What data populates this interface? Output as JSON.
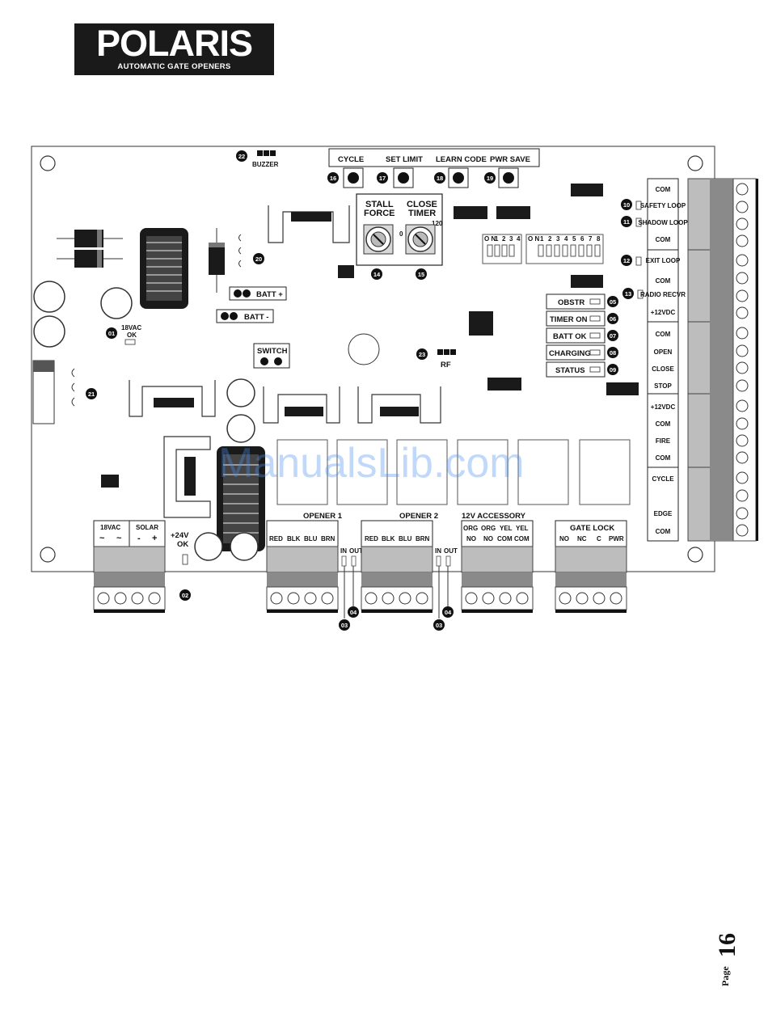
{
  "logo": {
    "brand": "POLARIS",
    "tagline": "AUTOMATIC GATE OPENERS"
  },
  "watermark": "ManualsLib.com",
  "buttons": [
    {
      "label": "CYCLE",
      "num": "16"
    },
    {
      "label": "SET LIMIT",
      "num": "17"
    },
    {
      "label": "LEARN CODE",
      "num": "18"
    },
    {
      "label": "PWR SAVE",
      "num": "19"
    }
  ],
  "buzzer": {
    "label": "BUZZER",
    "num": "22"
  },
  "pots": {
    "stall_l1": "STALL",
    "stall_l2": "FORCE",
    "stall_num": "14",
    "close_l1": "CLOSE",
    "close_l2": "TIMER",
    "close_num": "15",
    "min": "0",
    "max": "120",
    "plus": "+",
    "minus": "-"
  },
  "dip": {
    "small": [
      "1",
      "2",
      "3",
      "4"
    ],
    "large": [
      "1",
      "2",
      "3",
      "4",
      "5",
      "6",
      "7",
      "8"
    ],
    "on": "O N"
  },
  "batt": {
    "plus": "BATT +",
    "minus": "BATT -",
    "num": "20"
  },
  "switch": {
    "label": "SWITCH"
  },
  "rf": {
    "label": "RF",
    "num": "23"
  },
  "vac_ok": {
    "l1": "18VAC",
    "l2": "OK",
    "num": "01"
  },
  "fuse": {
    "num": "21"
  },
  "v24_ok": {
    "l1": "+24V",
    "l2": "OK",
    "num": "02"
  },
  "status_leds": [
    {
      "label": "OBSTR",
      "num": "05"
    },
    {
      "label": "TIMER ON",
      "num": "06"
    },
    {
      "label": "BATT OK",
      "num": "07"
    },
    {
      "label": "CHARGING",
      "num": "08"
    },
    {
      "label": "STATUS",
      "num": "09"
    }
  ],
  "loop_leds": [
    {
      "num": "10"
    },
    {
      "num": "11"
    },
    {
      "num": "12"
    },
    {
      "num": "13"
    }
  ],
  "right_terminals": [
    [
      "COM",
      "SAFETY LOOP",
      "SHADOW LOOP",
      "COM"
    ],
    [
      "EXIT LOOP",
      "COM",
      "RADIO RECVR",
      "+12VDC"
    ],
    [
      "COM",
      "OPEN",
      "CLOSE",
      "STOP"
    ],
    [
      "+12VDC",
      "COM",
      "FIRE",
      "COM"
    ],
    [
      "CYCLE",
      "EDGE",
      "COM"
    ]
  ],
  "bottom_terminals": {
    "power": {
      "l1": "18VAC",
      "l2": "SOLAR",
      "p1": "~",
      "p2": "~",
      "p3": "-",
      "p4": "+"
    },
    "opener1": {
      "title": "OPENER 1",
      "pins": [
        "RED",
        "BLK",
        "BLU",
        "BRN"
      ]
    },
    "opener2": {
      "title": "OPENER 2",
      "pins": [
        "RED",
        "BLK",
        "BLU",
        "BRN"
      ]
    },
    "accessory": {
      "title": "12V ACCESSORY",
      "top": [
        "ORG",
        "ORG",
        "YEL",
        "YEL"
      ],
      "bottom": [
        "NO",
        "NO",
        "COM",
        "COM"
      ]
    },
    "gatelock": {
      "title": "GATE LOCK",
      "pins": [
        "NO",
        "NC",
        "C",
        "PWR"
      ]
    }
  },
  "in_out": {
    "in": "IN",
    "out": "OUT",
    "num_in": "03",
    "num_out": "04"
  },
  "footer": {
    "word": "Page",
    "number": "16"
  },
  "colors": {
    "board_line": "#333333",
    "terminal_gray": "#bdbdbd",
    "dark": "#1a1a1a",
    "watermark": "#4a8ff0"
  }
}
